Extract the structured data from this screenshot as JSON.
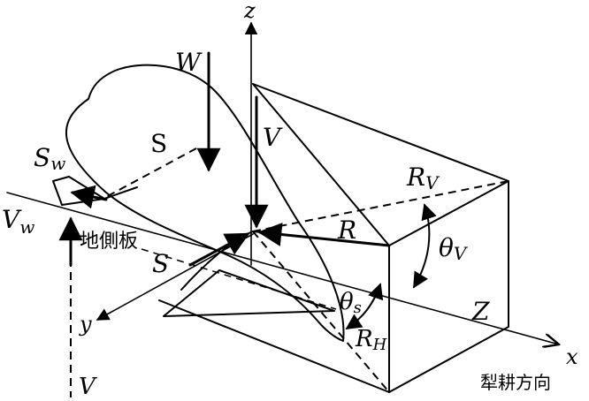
{
  "labels": {
    "z": "z",
    "x": "x",
    "y": "y",
    "W": "W",
    "V_top": "V",
    "V_bottom": "V",
    "S_upper": "S",
    "S_lower": "S",
    "Sw_main": "S",
    "Sw_sub": "w",
    "Vw_main": "V",
    "Vw_sub": "w",
    "R": "R",
    "Rv_main": "R",
    "Rv_sub": "V",
    "thetaV_main": "θ",
    "thetaV_sub": "V",
    "thetaS_main": "θ",
    "thetaS_sub": "s",
    "RH_main": "R",
    "RH_sub": "H",
    "Z": "Z",
    "landside": "地側板",
    "plow_direction": "犁耕方向"
  },
  "colors": {
    "ink": "#000000",
    "background": "#ffffff"
  }
}
